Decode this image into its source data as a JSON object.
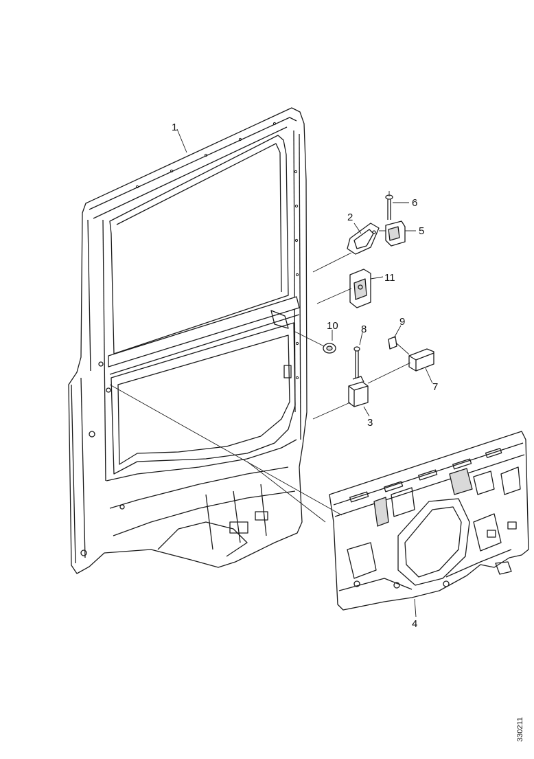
{
  "diagram": {
    "labels": {
      "door_frame": "1",
      "handle_bracket": "2",
      "lock_block": "3",
      "inner_panel": "4",
      "hinge_clip": "5",
      "bolt_top": "6",
      "connector": "7",
      "bolt_mid": "8",
      "clip_small": "9",
      "grommet": "10",
      "latch_plate": "11"
    },
    "reference_code": "330211",
    "colors": {
      "line": "#1a1a1a",
      "fill": "#ffffff",
      "shade": "#d9d9d9"
    }
  }
}
